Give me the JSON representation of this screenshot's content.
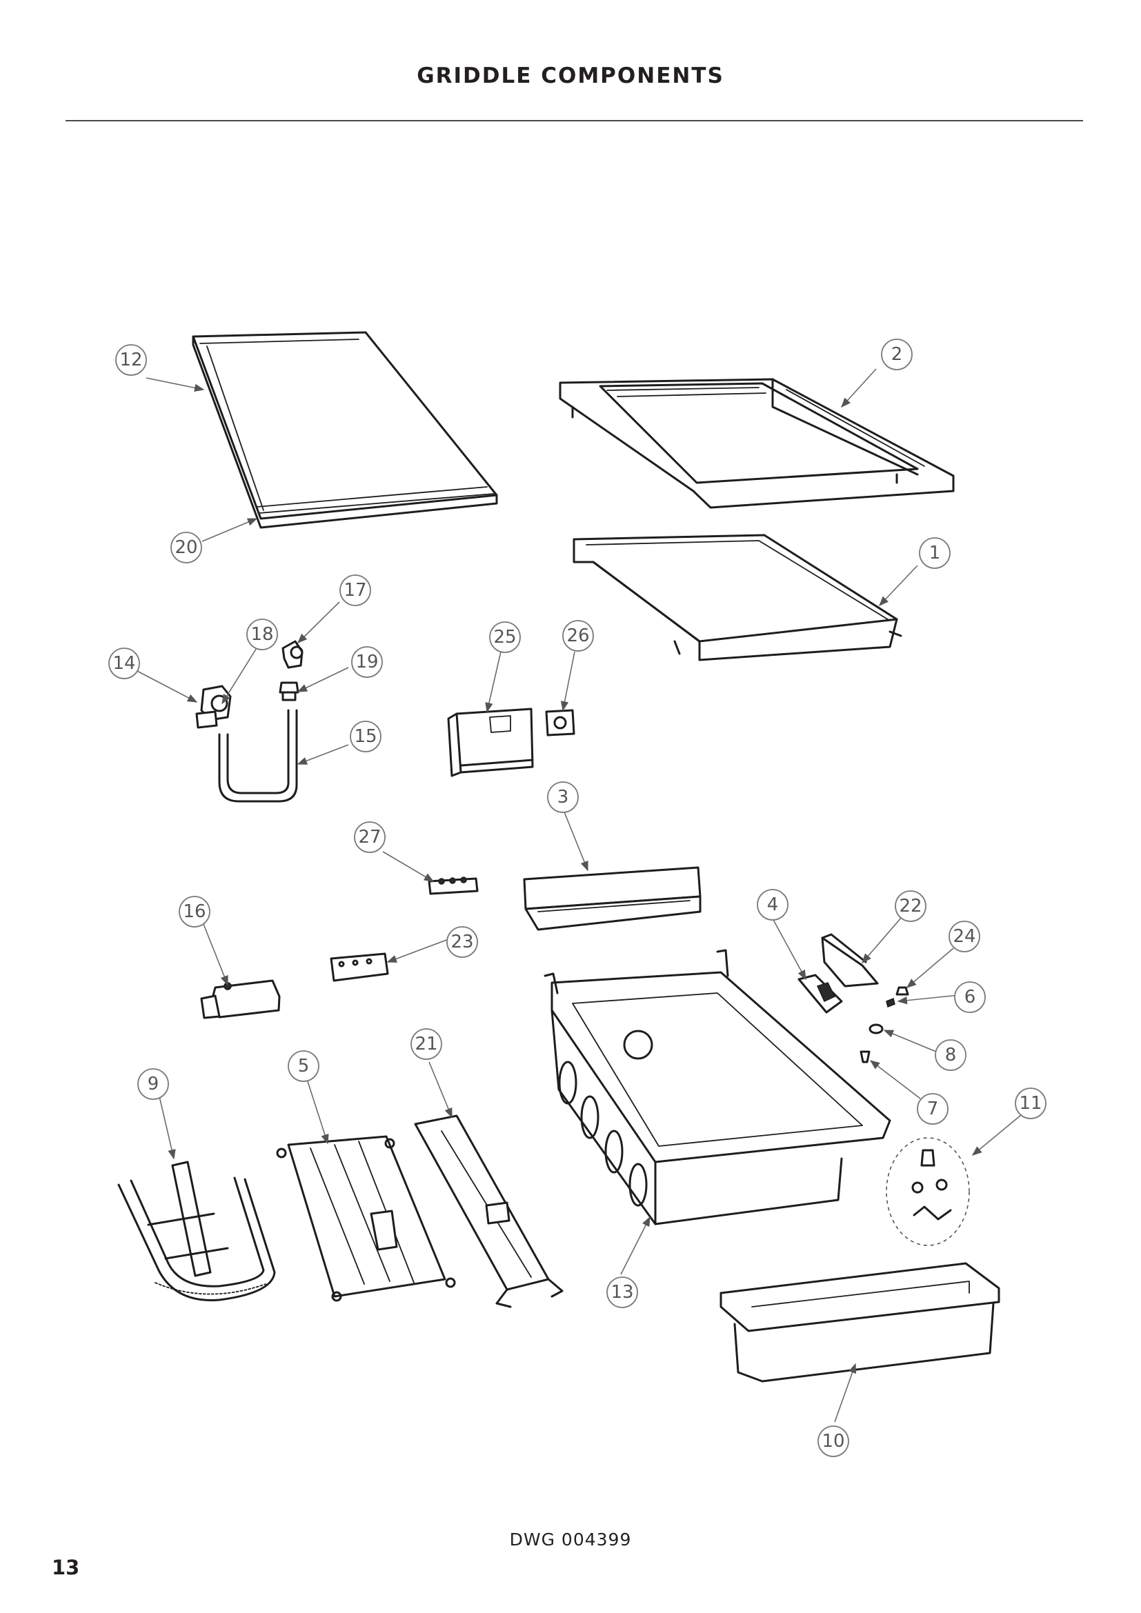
{
  "header": {
    "title": "GRIDDLE COMPONENTS"
  },
  "diagram": {
    "callouts": [
      "1",
      "2",
      "3",
      "4",
      "5",
      "6",
      "7",
      "8",
      "9",
      "10",
      "11",
      "12",
      "13",
      "14",
      "15",
      "16",
      "17",
      "18",
      "19",
      "20",
      "21",
      "22",
      "23",
      "24",
      "25",
      "26",
      "27"
    ]
  },
  "footer": {
    "drawing_number": "DWG 004399",
    "page_number": "13"
  }
}
